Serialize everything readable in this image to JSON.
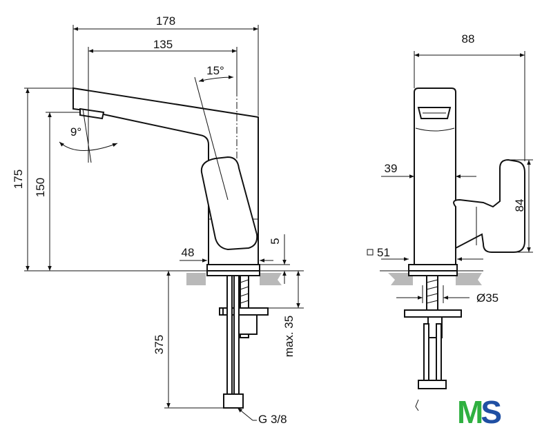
{
  "dimensions": {
    "width_178": "178",
    "reach_135": "135",
    "angle_15": "15°",
    "angle_9": "9°",
    "height_175": "175",
    "height_150": "150",
    "base_48": "48",
    "base_5": "5",
    "depth_375": "375",
    "max_35": "max. 35",
    "thread_g38": "G 3/8",
    "width_88": "88",
    "offset_39": "39",
    "handle_84": "84",
    "base_51": "51",
    "hole_35": "Ø35"
  },
  "logo": {
    "text": "MS",
    "color_m": "#2fb040",
    "color_s": "#1f4fa3"
  }
}
